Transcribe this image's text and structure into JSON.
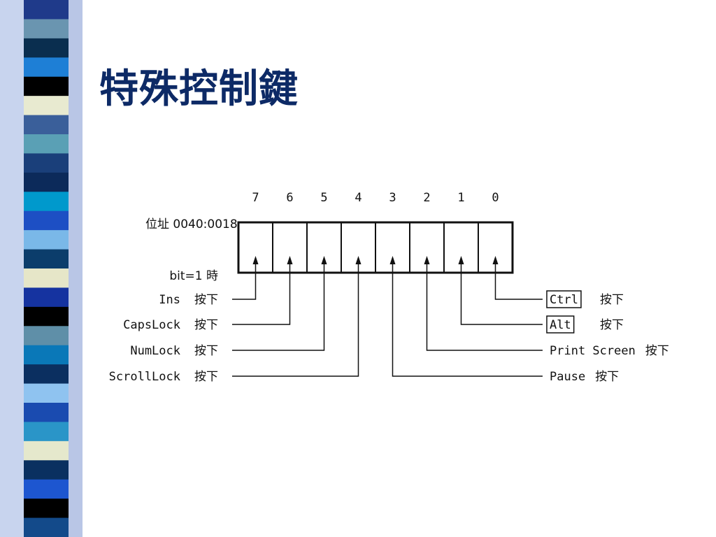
{
  "slide": {
    "title": "特殊控制鍵"
  },
  "stripe": {
    "colors": [
      "#1f3a8a",
      "#6a95b0",
      "#0a2e4f",
      "#1e7fd6",
      "#000000",
      "#e8ead0",
      "#3a5f9a",
      "#5aa0b5",
      "#1a3f7a",
      "#0c2a5a",
      "#0099cc",
      "#1d4fc4",
      "#7ab8e8",
      "#0b3d6b",
      "#e6e6c8",
      "#1533a0",
      "#000000",
      "#5f8fa8",
      "#0a78b8",
      "#0b2f60",
      "#8fc3f0",
      "#1a4bb0",
      "#2a95c8",
      "#e5e8cc",
      "#0a3060",
      "#1d56d0",
      "#000000",
      "#134a8a"
    ]
  },
  "register": {
    "address_label": "位址 0040:0018",
    "bit_numbers": [
      "7",
      "6",
      "5",
      "4",
      "3",
      "2",
      "1",
      "0"
    ],
    "condition_label": "bit=1 時"
  },
  "keys": [
    {
      "bit": 7,
      "key": "Ins",
      "action": "按下",
      "boxed": false
    },
    {
      "bit": 6,
      "key": "CapsLock",
      "action": "按下",
      "boxed": false
    },
    {
      "bit": 5,
      "key": "NumLock",
      "action": "按下",
      "boxed": false
    },
    {
      "bit": 4,
      "key": "ScrollLock",
      "action": "按下",
      "boxed": false
    },
    {
      "bit": 3,
      "key": "Pause",
      "action": "按下",
      "boxed": false
    },
    {
      "bit": 2,
      "key": "Print Screen",
      "action": "按下",
      "boxed": false
    },
    {
      "bit": 1,
      "key": "Alt",
      "action": "按下",
      "boxed": true
    },
    {
      "bit": 0,
      "key": "Ctrl",
      "action": "按下",
      "boxed": true
    }
  ]
}
